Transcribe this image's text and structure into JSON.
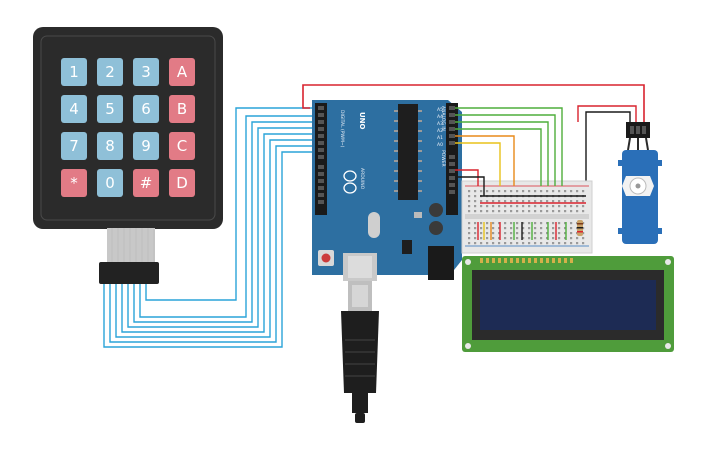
{
  "keypad": {
    "keys": [
      {
        "label": "1",
        "kind": "num"
      },
      {
        "label": "2",
        "kind": "num"
      },
      {
        "label": "3",
        "kind": "num"
      },
      {
        "label": "A",
        "kind": "fn"
      },
      {
        "label": "4",
        "kind": "num"
      },
      {
        "label": "5",
        "kind": "num"
      },
      {
        "label": "6",
        "kind": "num"
      },
      {
        "label": "B",
        "kind": "fn"
      },
      {
        "label": "7",
        "kind": "num"
      },
      {
        "label": "8",
        "kind": "num"
      },
      {
        "label": "9",
        "kind": "num"
      },
      {
        "label": "C",
        "kind": "fn"
      },
      {
        "label": "*",
        "kind": "fn"
      },
      {
        "label": "0",
        "kind": "num"
      },
      {
        "label": "#",
        "kind": "fn"
      },
      {
        "label": "D",
        "kind": "fn"
      }
    ]
  },
  "arduino": {
    "model": "UNO",
    "brand": "ARDUINO",
    "digital_label": "DIGITAL (PWM~)",
    "power_label": "POWER",
    "analog_label": "ANALOG IN",
    "analog_pins": [
      "A0",
      "A1",
      "A2",
      "A3",
      "A4",
      "A5"
    ]
  },
  "colors": {
    "keypad_body": "#2b2b2b",
    "key_num": "#8fc0d8",
    "key_fn": "#e27b86",
    "arduino_board": "#2d6fa1",
    "breadboard": "#e8e8e8",
    "lcd_pcb": "#4f9c3b",
    "lcd_screen": "#1d2b54",
    "servo": "#2a6fb8",
    "wire_blue": "#2aa4d8",
    "wire_red": "#d9232e",
    "wire_green": "#4fae3c",
    "wire_orange": "#e88a1a",
    "wire_yellow": "#e8c21a",
    "wire_black": "#1a1a1a"
  }
}
